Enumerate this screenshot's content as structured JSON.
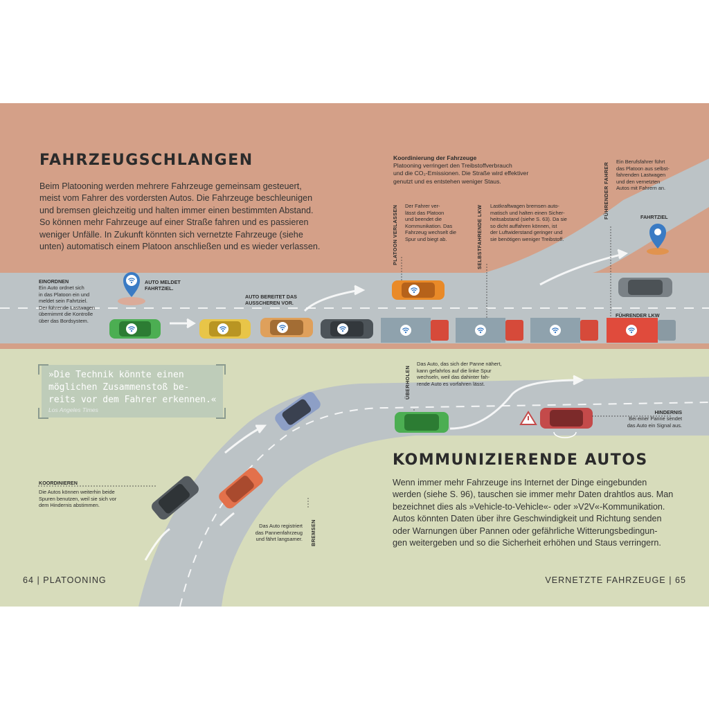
{
  "left_page": {
    "title": "FAHRZEUGSCHLANGEN",
    "intro": [
      "Beim Platooning werden mehrere Fahrzeuge gemeinsam gesteuert,",
      "meist vom Fahrer des vordersten Autos. Die Fahrzeuge beschleunigen",
      "und bremsen gleichzeitig und halten immer einen bestimmten Abstand.",
      "So können mehr Fahrzeuge auf einer Straße fahren und es passieren",
      "weniger Unfälle. In Zukunft könnten sich vernetzte Fahrzeuge (siehe",
      "unten) automatisch einem Platoon anschließen und es wieder verlassen."
    ],
    "folio_number": "64",
    "folio_label": "PLATOONING"
  },
  "koordinierung": {
    "title": "Koordinierung der Fahrzeuge",
    "lines": [
      "Platooning verringert den Treibstoffverbrauch",
      "und die CO₂-Emissionen. Die Straße wird effektiver",
      "genutzt und es entstehen weniger Staus."
    ]
  },
  "platoon_verlassen": {
    "label": "PLATOON VERLASSEN",
    "lines": [
      "Der Fahrer ver-",
      "lässt das Platoon",
      "und beendet die",
      "Kommunikation. Das",
      "Fahrzeug wechselt die",
      "Spur und biegt ab."
    ]
  },
  "selbstfahrende": {
    "label": "SELBSTFAHRENDE LKW",
    "lines": [
      "Lastkraftwagen bremsen auto-",
      "matisch und halten einen Sicher-",
      "heitsabstand (siehe S. 63). Da sie",
      "so dicht auffahren können, ist",
      "der Luftwiderstand geringer und",
      "sie benötigen weniger Treibstoff."
    ]
  },
  "fuehrender_fahrer": {
    "label": "FÜHRENDER FAHRER",
    "lines": [
      "Ein Berufsfahrer führt",
      "das Platoon aus selbst-",
      "fahrenden Lastwagen",
      "und den vernetzten",
      "Autos mit Fahrern an."
    ]
  },
  "fahrtziel": "FAHRTZIEL",
  "einordnen": {
    "label": "EINORDNEN",
    "lines": [
      "Ein Auto ordnet sich",
      "in das Platoon ein und",
      "meldet sein Fahrtziel.",
      "Der führende Lastwagen",
      "übernimmt die Kontrolle",
      "über das Bordsystem."
    ]
  },
  "auto_meldet": [
    "AUTO MELDET",
    "FAHRTZIEL."
  ],
  "auto_bereitet": [
    "AUTO BEREITET DAS",
    "AUSSCHEREN VOR."
  ],
  "fuehrender_lkw": "FÜHRENDER LKW",
  "quote": {
    "lines": [
      "»Die Technik könnte einen",
      "möglichen Zusammenstoß be-",
      "reits vor dem Fahrer erkennen.«"
    ],
    "source": "Los Angeles Times"
  },
  "ueberholen": {
    "label": "ÜBERHOLEN",
    "lines": [
      "Das Auto, das sich der Panne nähert,",
      "kann gefahrlos auf die linke Spur",
      "wechseln, weil das dahinter fah-",
      "rende Auto es vorfahren lässt."
    ]
  },
  "hindernis": {
    "label": "HINDERNIS",
    "lines": [
      "Bei einer Panne sendet",
      "das Auto ein Signal aus."
    ]
  },
  "koordinieren": {
    "label": "KOORDINIEREN",
    "lines": [
      "Die Autos können weiterhin beide",
      "Spuren benutzen, weil sie sich vor",
      "dem Hindernis abstimmen."
    ]
  },
  "bremsen": {
    "label": "BREMSEN",
    "lines": [
      "Das Auto registriert",
      "das Pannenfahrzeug",
      "und fährt langsamer."
    ]
  },
  "right_page": {
    "title": "KOMMUNIZIERENDE AUTOS",
    "body": [
      "Wenn immer mehr Fahrzeuge ins Internet der Dinge eingebunden",
      "werden (siehe S. 96), tauschen sie immer mehr Daten drahtlos aus. Man",
      "bezeichnet dies als »Vehicle-to-Vehicle«- oder »V2V«-Kommunikation.",
      "Autos könnten Daten über ihre Geschwindigkeit und Richtung senden",
      "oder Warnungen über Pannen oder gefährliche Witterungsbedingun-",
      "gen weitergeben und so die Sicherheit erhöhen und Staus verringern."
    ],
    "folio_number": "65",
    "folio_label": "VERNETZTE FAHRZEUGE"
  },
  "icons": [
    "wifi-icon",
    "location-pin-icon",
    "warning-triangle-icon",
    "arrow-icon"
  ],
  "colors": {
    "top_bg": "#d4a088",
    "road": "#bcc3c6",
    "bottom_bg": "#d7dcbb",
    "quote_bg": "#a9bfb8",
    "truck_lead": "#e04b3c",
    "trailer": "#8fa2ad",
    "lane_mark": "#ffffff"
  }
}
